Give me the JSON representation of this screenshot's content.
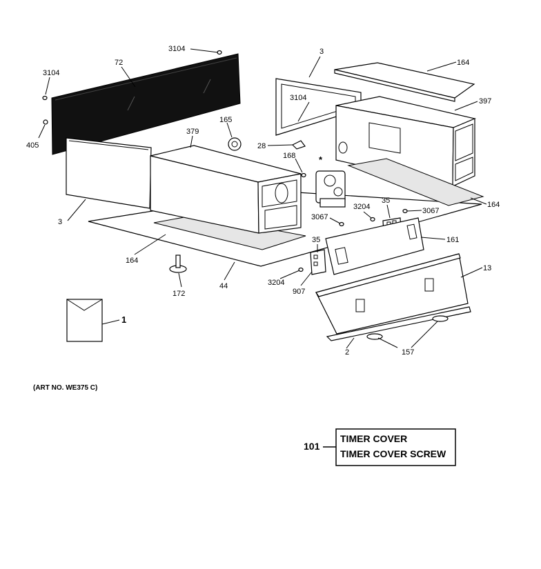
{
  "labels": {
    "l3104_top": "3104",
    "l3104_left": "3104",
    "l72": "72",
    "l405": "405",
    "l379": "379",
    "l165": "165",
    "l3_top": "3",
    "l3104_mid": "3104",
    "l164_top": "164",
    "l397": "397",
    "l28": "28",
    "l168": "168",
    "star": "*",
    "l164_right": "164",
    "l3_left": "3",
    "l164_bottom": "164",
    "l3204_upper": "3204",
    "l35_upper": "35",
    "l3067_left": "3067",
    "l3067_right": "3067",
    "l161": "161",
    "l35_lower": "35",
    "l13": "13",
    "l172": "172",
    "l44": "44",
    "l3204_lower": "3204",
    "l907": "907",
    "l1": "1",
    "l2": "2",
    "l157": "157"
  },
  "art_note": "(ART NO. WE375 C)",
  "legend": {
    "number": "101",
    "lines": [
      "TIMER COVER",
      "TIMER COVER SCREW"
    ]
  }
}
